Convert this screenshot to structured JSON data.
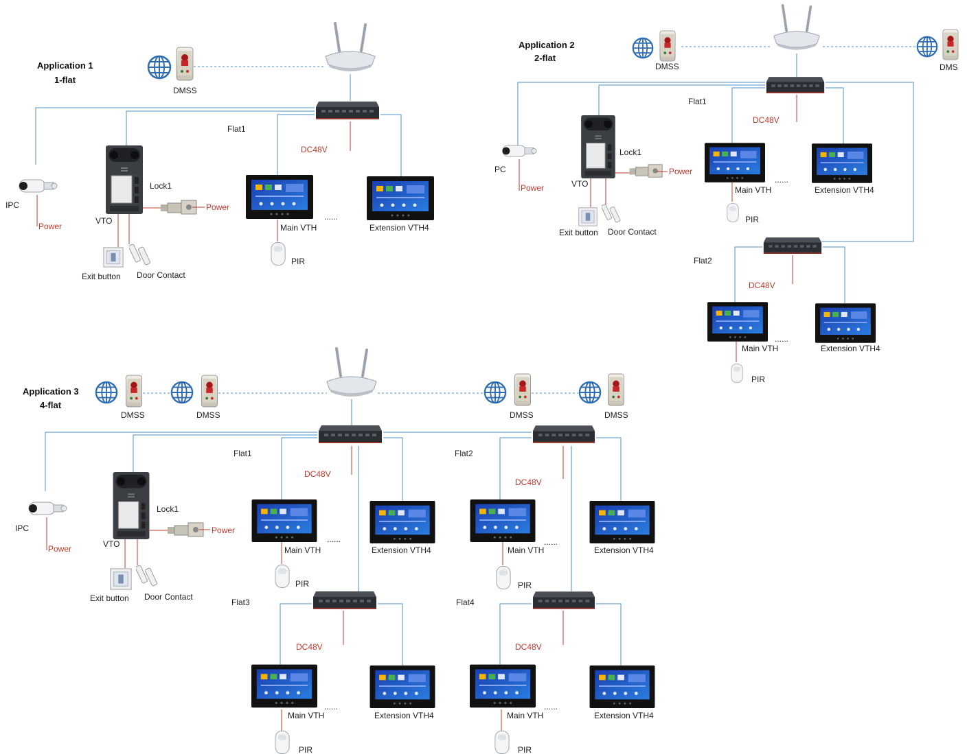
{
  "applications": [
    {
      "title": "Application 1",
      "subtitle": "1-flat"
    },
    {
      "title": "Application 2",
      "subtitle": "2-flat"
    },
    {
      "title": "Application 3",
      "subtitle": "4-flat"
    }
  ],
  "labels": {
    "dmss": "DMSS",
    "dmss_cut": "DMS",
    "ipc": "IPC",
    "ipc_cut": "PC",
    "power": "Power",
    "vto": "VTO",
    "lock": "Lock1",
    "exit_button": "Exit button",
    "door_contact": "Door Contact",
    "main_vth": "Main VTH",
    "extension_vth": "Extension VTH4",
    "pir": "PIR",
    "dc48v": "DC48V",
    "dots": "......",
    "flat1": "Flat1",
    "flat2": "Flat2",
    "flat3": "Flat3",
    "flat4": "Flat4"
  },
  "colors": {
    "line": "#4a90c8",
    "power": "#c0392b",
    "device": "#2b2b2b"
  }
}
